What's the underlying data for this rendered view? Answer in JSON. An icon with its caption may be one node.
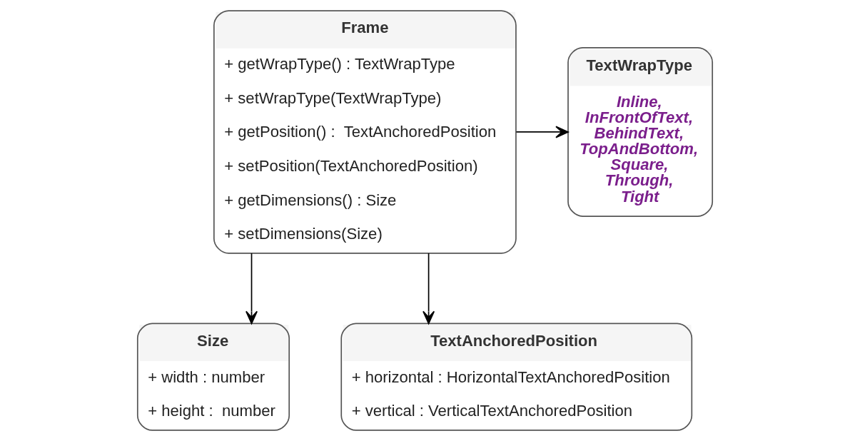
{
  "diagram": {
    "nodes": [
      {
        "text": [
          "Frame",
          "+ getWrapType() : TextWrapType",
          "+ setWrapType(TextWrapType)",
          "+ getPosition() :  TextAnchoredPosition",
          "+ setPosition(TextAnchoredPosition)",
          "+ getDimensions() : Size",
          "+ setDimensions(Size)"
        ]
      },
      {
        "text": [
          "TextWrapType",
          "Inline, InFrontOfText, BehindText, TopAndBottom, Square, Through, Tight"
        ]
      },
      {
        "text": [
          "Size",
          "+ width : number",
          "+ height :  number"
        ]
      },
      {
        "text": [
          "TextAnchoredPosition",
          "+ horizontal : HorizontalTextAnchoredPosition",
          "+ vertical : VerticalTextAnchoredPosition"
        ]
      }
    ],
    "edges": [
      {
        "from": 0,
        "to": 1,
        "arrow": "to"
      },
      {
        "from": 0,
        "to": 3,
        "arrow": "to"
      },
      {
        "from": 0,
        "to": 2,
        "arrow": "to"
      }
    ]
  }
}
